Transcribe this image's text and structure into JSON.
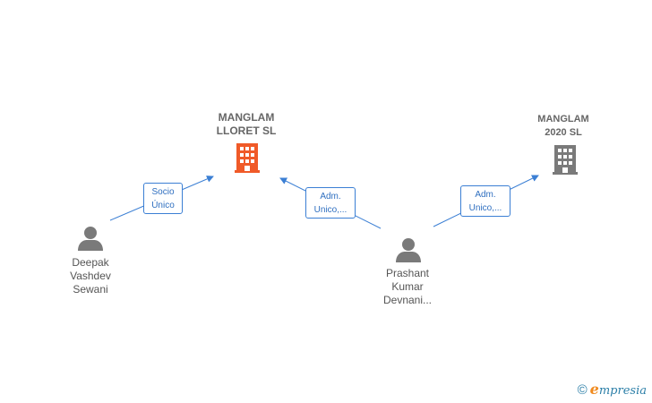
{
  "companies": [
    {
      "id": "manglam-lloret",
      "lines": [
        "MANGLAM",
        "LLORET  SL"
      ],
      "color": "#f05a28"
    },
    {
      "id": "manglam-2020",
      "lines": [
        "MANGLAM",
        "2020  SL"
      ],
      "color": "#7a7a7a"
    }
  ],
  "people": [
    {
      "id": "deepak",
      "lines": [
        "Deepak",
        "Vashdev",
        "Sewani"
      ],
      "color": "#7a7a7a"
    },
    {
      "id": "prashant",
      "lines": [
        "Prashant",
        "Kumar",
        "Devnani..."
      ],
      "color": "#7a7a7a"
    }
  ],
  "edges": [
    {
      "from": "deepak",
      "to": "manglam-lloret",
      "lines": [
        "Socio",
        "Único"
      ]
    },
    {
      "from": "prashant",
      "to": "manglam-lloret",
      "lines": [
        "Adm.",
        "Unico,..."
      ]
    },
    {
      "from": "prashant",
      "to": "manglam-2020",
      "lines": [
        "Adm.",
        "Unico,..."
      ]
    }
  ],
  "edge_color": "#3b7fd4",
  "brand": {
    "copyright": "©",
    "initial": "e",
    "rest": "mpresia"
  }
}
